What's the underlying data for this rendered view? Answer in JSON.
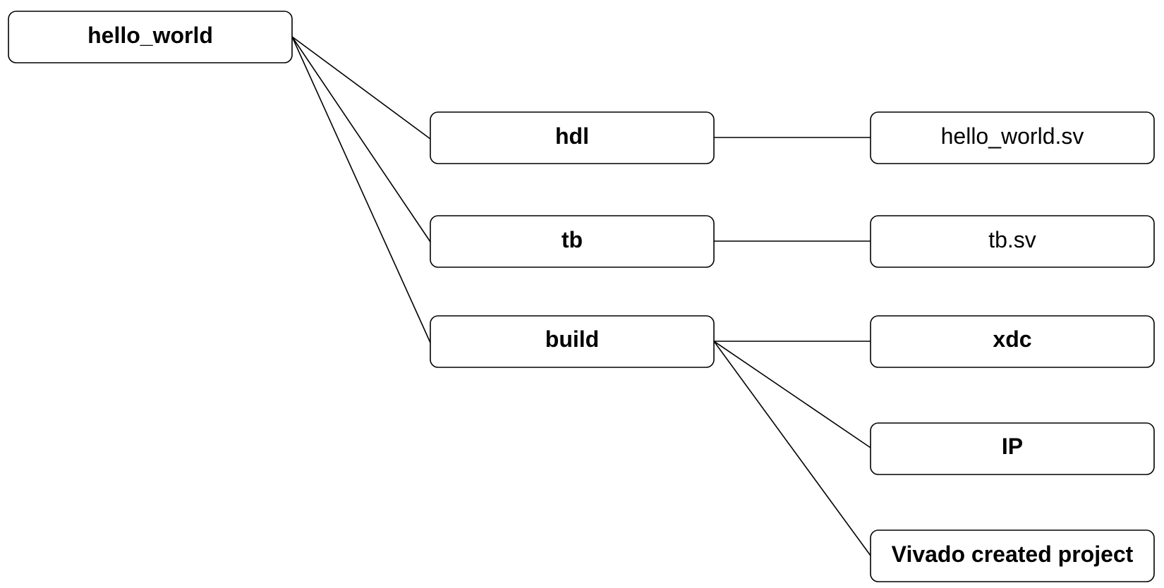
{
  "nodes": {
    "root": "hello_world",
    "hdl": "hdl",
    "tb": "tb",
    "build": "build",
    "hello_world_sv": "hello_world.sv",
    "tb_sv": "tb.sv",
    "xdc": "xdc",
    "ip": "IP",
    "vivado_project": "Vivado created project"
  },
  "colors": {
    "line": "#000000",
    "box_border": "#000000",
    "box_fill": "#ffffff",
    "text": "#000000"
  }
}
